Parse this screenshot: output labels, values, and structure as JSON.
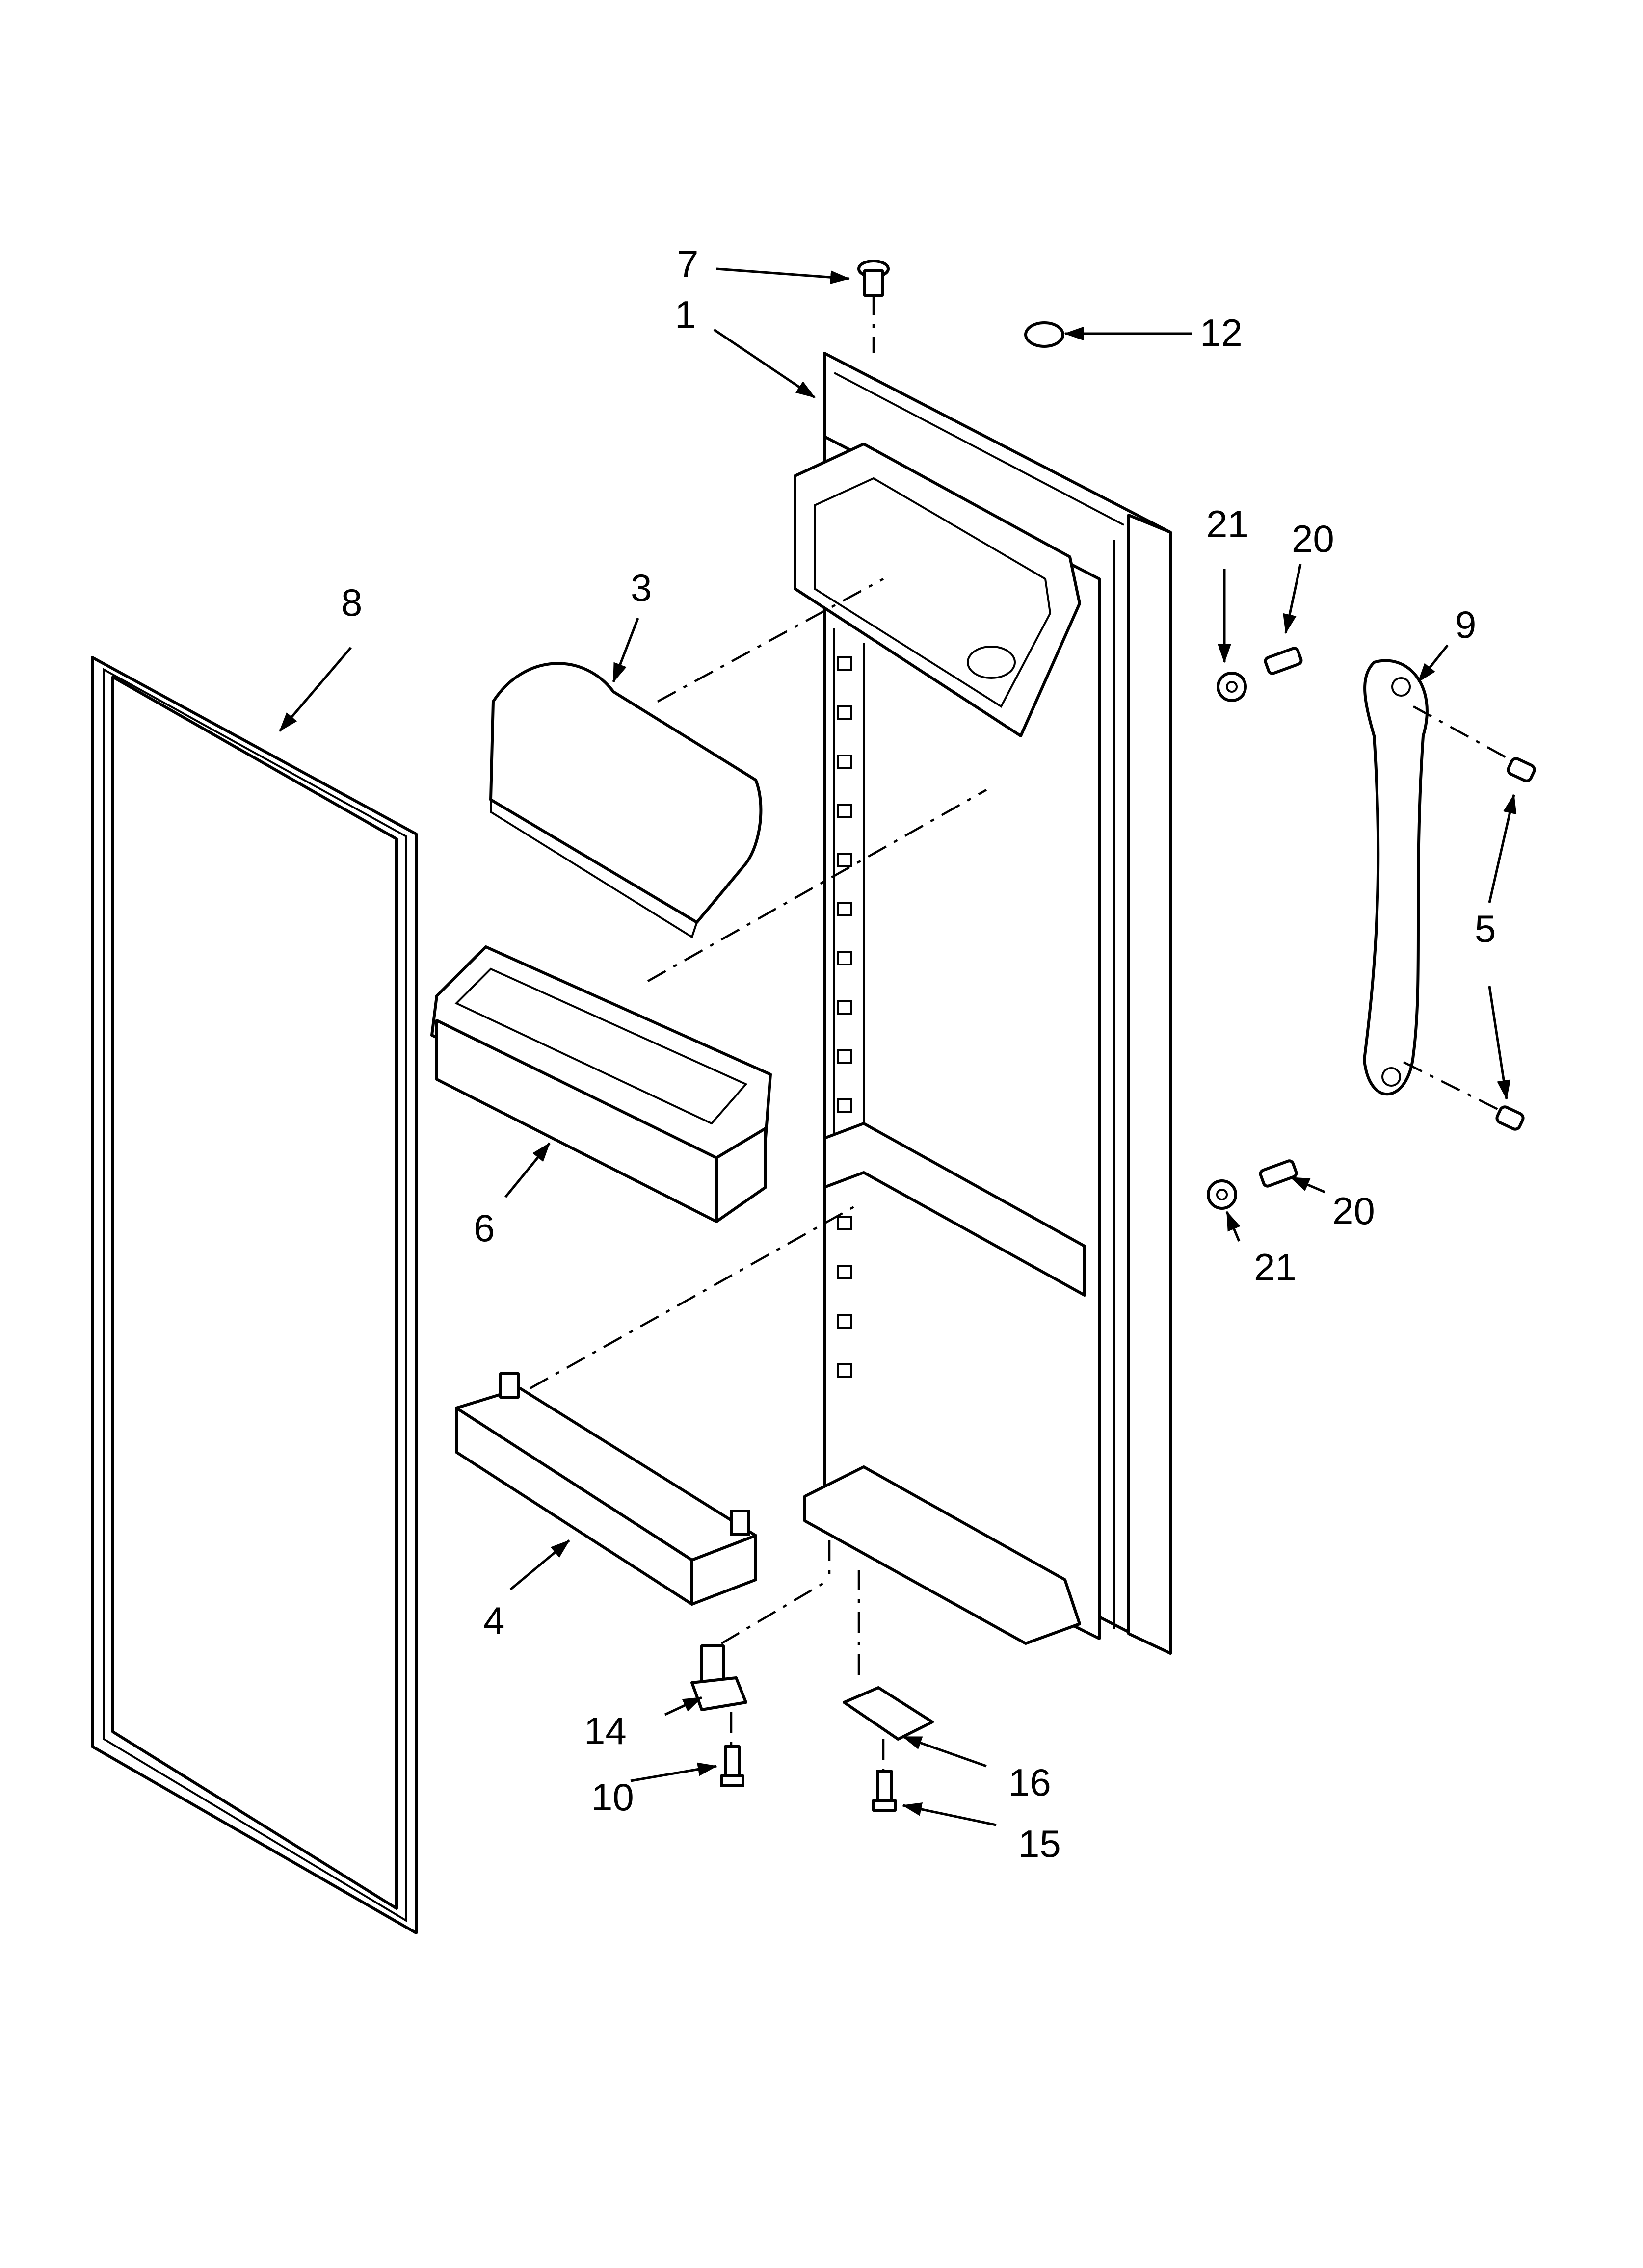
{
  "diagram": {
    "callouts": {
      "c1": "1",
      "c3": "3",
      "c4": "4",
      "c5": "5",
      "c6": "6",
      "c7": "7",
      "c8": "8",
      "c9": "9",
      "c10": "10",
      "c12": "12",
      "c14": "14",
      "c15": "15",
      "c16": "16",
      "c20a": "20",
      "c20b": "20",
      "c21a": "21",
      "c21b": "21"
    }
  }
}
